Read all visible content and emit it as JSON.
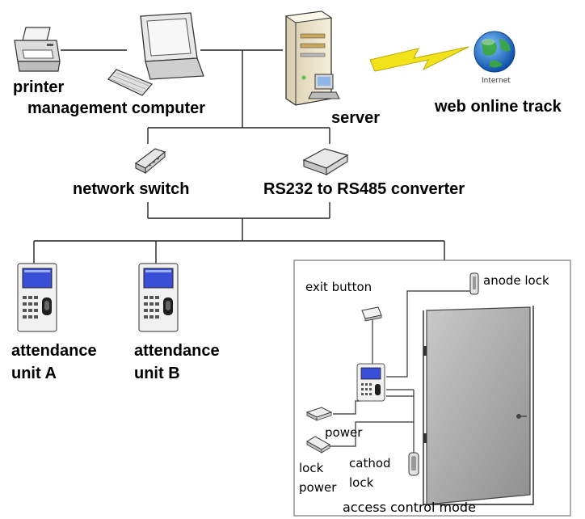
{
  "labels": {
    "printer": "printer",
    "management_computer": "management computer",
    "server": "server",
    "internet": "Internet",
    "web_online_track": "web online track",
    "network_switch": "network switch",
    "converter": "RS232 to RS485 converter",
    "attendance_a_line1": "attendance",
    "attendance_a_line2": "unit A",
    "attendance_b_line1": "attendance",
    "attendance_b_line2": "unit B",
    "exit_button": "exit button",
    "anode_lock": "anode lock",
    "power": "power",
    "lock_power_line1": "lock",
    "lock_power_line2": "power",
    "cathod_lock_line1": "cathod",
    "cathod_lock_line2": "lock",
    "access_control_mode": "access control mode"
  },
  "colors": {
    "line": "#222222",
    "lcd": "#3a4fd8",
    "lightning": "#f2e21a",
    "globe_sea": "#1f6fd1",
    "globe_land": "#3aa83a",
    "server_case": "#efe6c8",
    "door": "#a7a7a7"
  }
}
